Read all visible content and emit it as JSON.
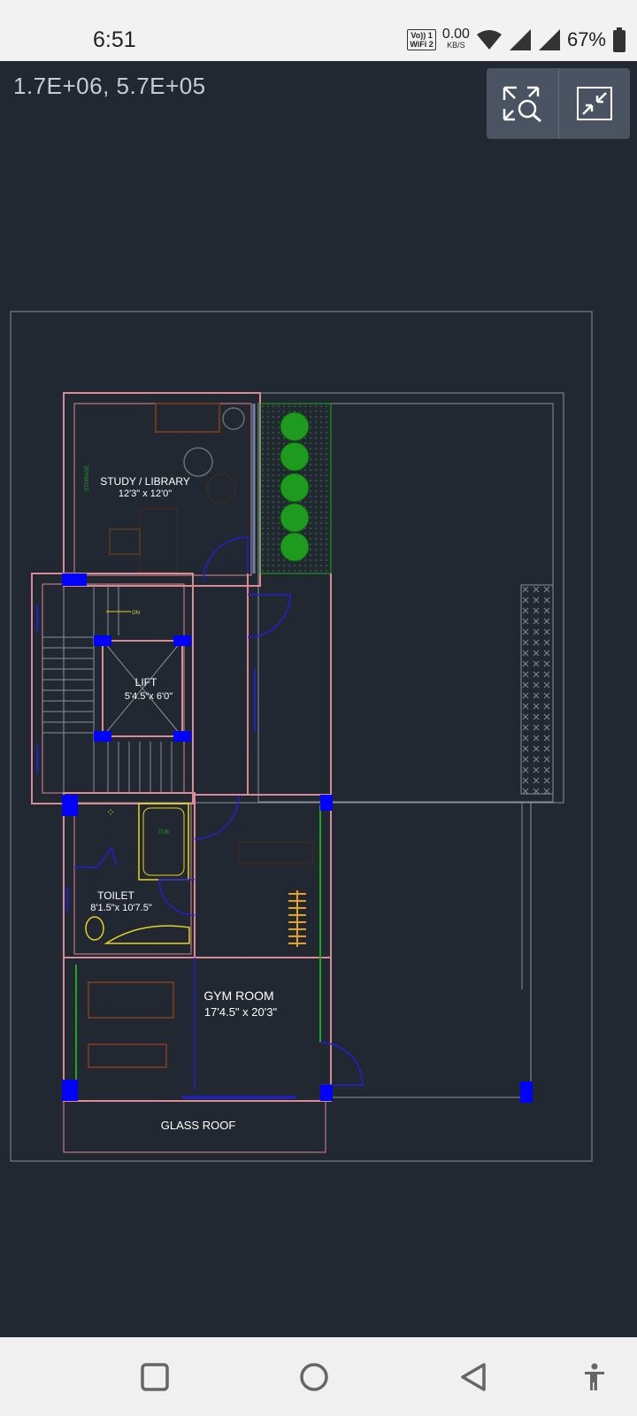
{
  "status": {
    "time": "6:51",
    "volte_top": "Vo)) 1",
    "volte_bottom": "WiFi 2",
    "speed_value": "0.00",
    "speed_unit": "KB/S",
    "battery": "67%"
  },
  "viewer": {
    "coordinates": "1.7E+06, 5.7E+05",
    "tools": [
      "zoom-extents-icon",
      "fit-view-icon"
    ]
  },
  "drawing": {
    "rooms": {
      "study_name": "STUDY / LIBRARY",
      "study_size": "12'3\" x 12'0\"",
      "storage": "STORAGE",
      "on_label": "ON",
      "lift_name": "LIFT",
      "lift_size": "5'4.5\"x 6'0\"",
      "tub": "TUB",
      "toilet_name": "TOILET",
      "toilet_size": "8'1.5\"x 10'7.5\"",
      "gym_name": "GYM ROOM",
      "gym_size": "17'4.5\" x 20'3\"",
      "glass_roof": "GLASS ROOF"
    },
    "colors": {
      "wall": "#d98a94",
      "door": "#2020d0",
      "column": "#0000ff",
      "furniture": "#6b3a1e",
      "fixture": "#e6d21f",
      "green": "#1fa81f",
      "grey": "#8a8f96"
    }
  },
  "navbar": [
    "recents-button",
    "home-button",
    "back-button",
    "accessibility-button"
  ]
}
